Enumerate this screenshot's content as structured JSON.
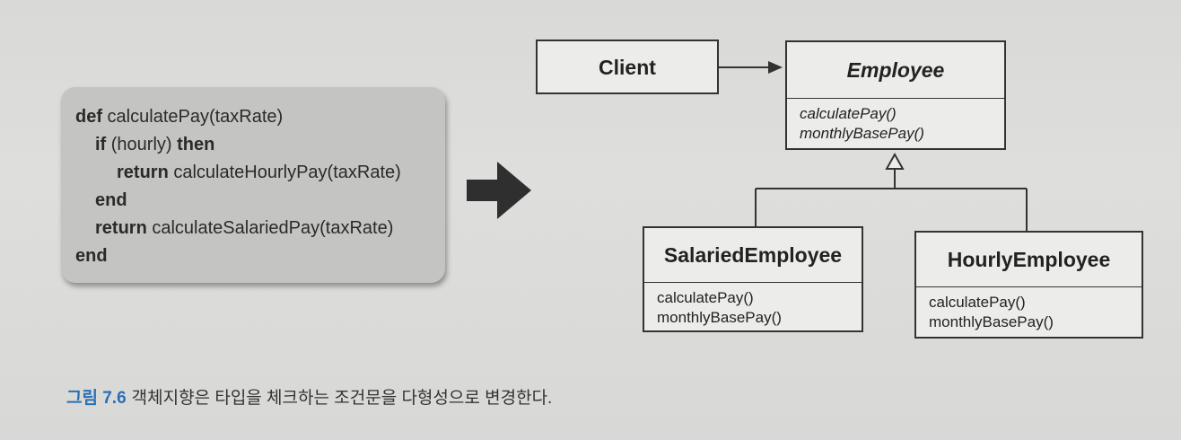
{
  "code": {
    "line1": {
      "kw": "def",
      "text": " calculatePay(taxRate)"
    },
    "line2": {
      "kw": "if",
      "text": " (hourly) ",
      "kw2": "then"
    },
    "line3": {
      "kw": "return",
      "text": " calculateHourlyPay(taxRate)"
    },
    "line4": {
      "kw": "end"
    },
    "line5": {
      "kw": "return",
      "text": " calculateSalariedPay(taxRate)"
    },
    "line6": {
      "kw": "end"
    }
  },
  "uml": {
    "client": {
      "name": "Client"
    },
    "employee": {
      "name": "Employee",
      "methods": [
        "calculatePay()",
        "monthlyBasePay()"
      ]
    },
    "salaried": {
      "name": "SalariedEmployee",
      "methods": [
        "calculatePay()",
        "monthlyBasePay()"
      ]
    },
    "hourly": {
      "name": "HourlyEmployee",
      "methods": [
        "calculatePay()",
        "monthlyBasePay()"
      ]
    }
  },
  "caption": {
    "figure": "그림 7.6",
    "text": "객체지향은 타입을 체크하는 조건문을 다형성으로 변경한다."
  },
  "colors": {
    "caption_accent": "#2a6fb3",
    "code_bg": "#c4c4c2",
    "arrow": "#2f2f2f"
  },
  "icons": {
    "transform_arrow": "right-arrow-icon"
  }
}
